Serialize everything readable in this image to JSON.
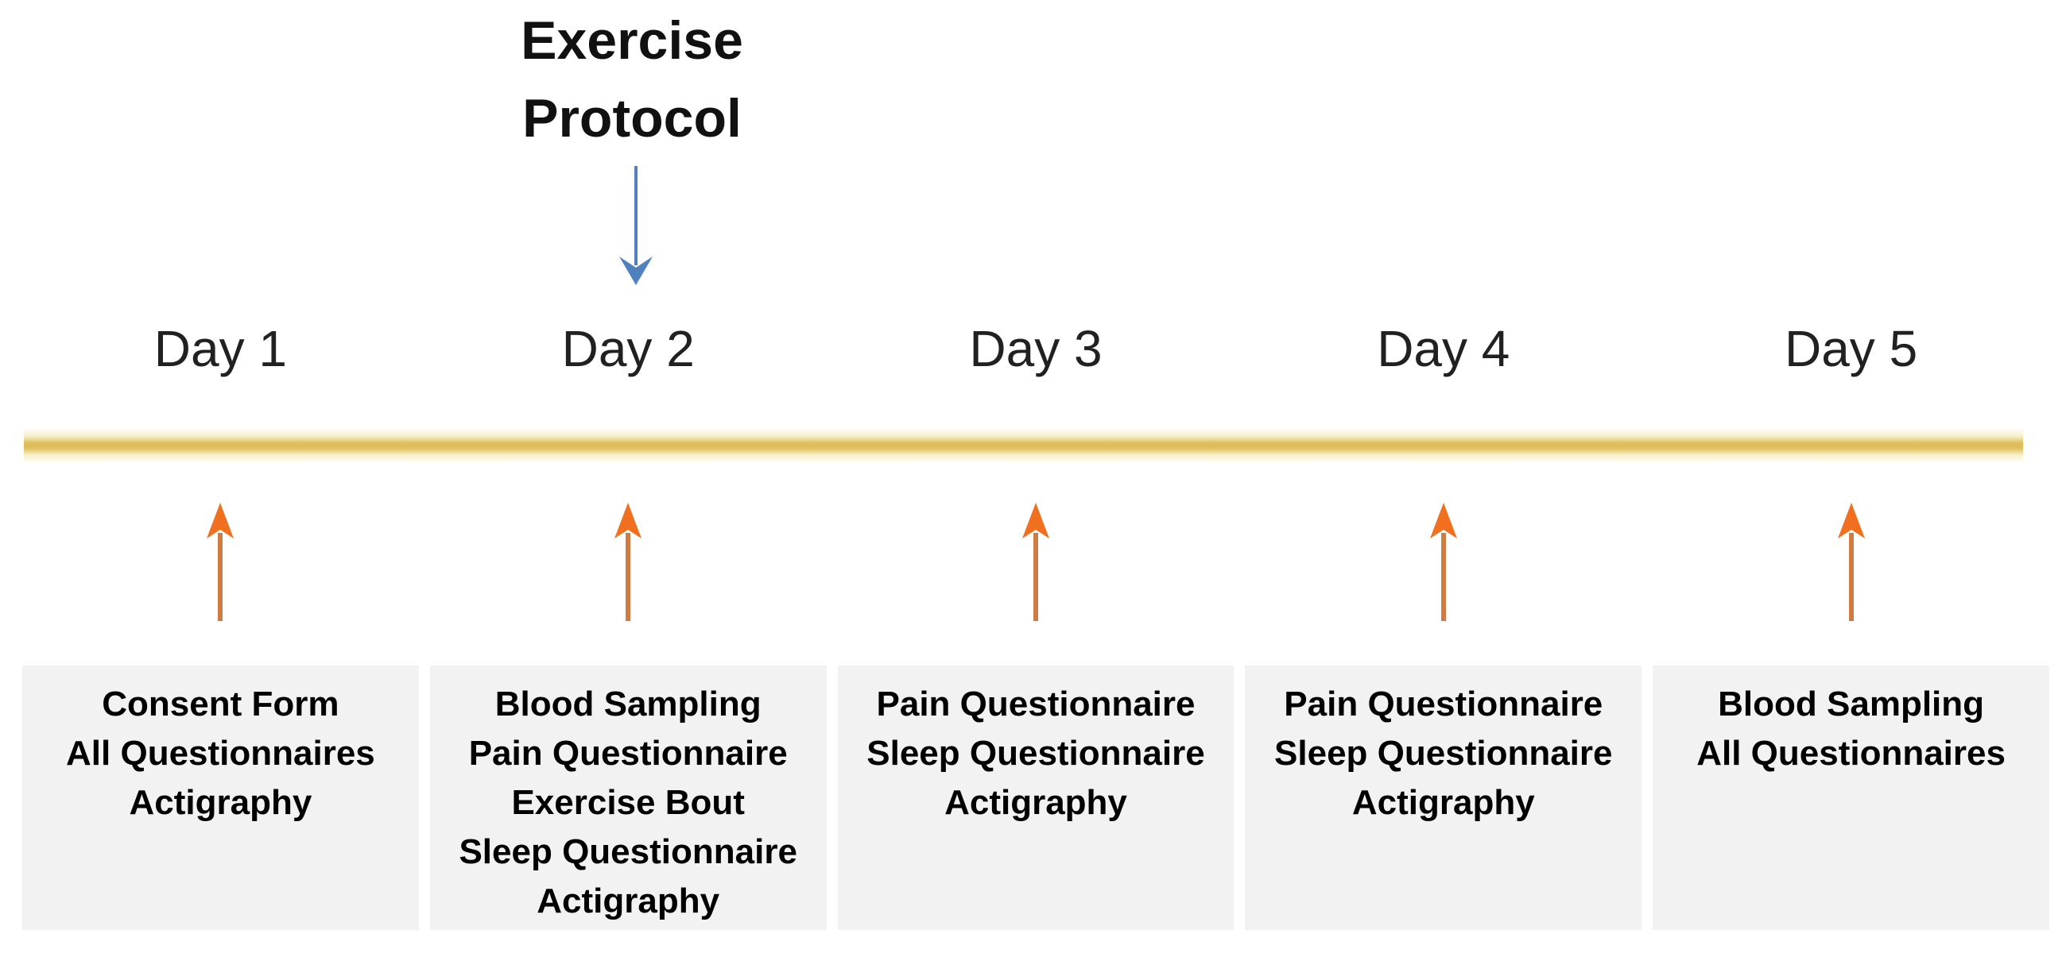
{
  "title": {
    "line1": "Exercise",
    "line2": "Protocol"
  },
  "timeline": {
    "axis_icon": "horizontal-gold-line",
    "days": [
      {
        "label": "Day 1",
        "activities": [
          "Consent Form",
          "All Questionnaires",
          "Actigraphy"
        ]
      },
      {
        "label": "Day 2",
        "activities": [
          "Blood Sampling",
          "Pain Questionnaire",
          "Exercise Bout",
          "Sleep Questionnaire",
          "Actigraphy"
        ]
      },
      {
        "label": "Day 3",
        "activities": [
          "Pain Questionnaire",
          "Sleep Questionnaire",
          "Actigraphy"
        ]
      },
      {
        "label": "Day 4",
        "activities": [
          "Pain Questionnaire",
          "Sleep Questionnaire",
          "Actigraphy"
        ]
      },
      {
        "label": "Day 5",
        "activities": [
          "Blood Sampling",
          "All Questionnaires"
        ]
      }
    ]
  },
  "icons": {
    "down_arrow": "blue-down-arrow-to-day-2",
    "up_arrow": "orange-up-arrow-to-timeline"
  },
  "colors": {
    "down_arrow": "#4e81bd",
    "up_arrow_head": "#f1701f",
    "up_arrow_shaft": "#d07b42",
    "timeline_line": "#dfbf5e",
    "box_bg": "#f2f2f2",
    "title_text": "#111111",
    "day_label_text": "#212121",
    "activity_text": "#000000"
  }
}
